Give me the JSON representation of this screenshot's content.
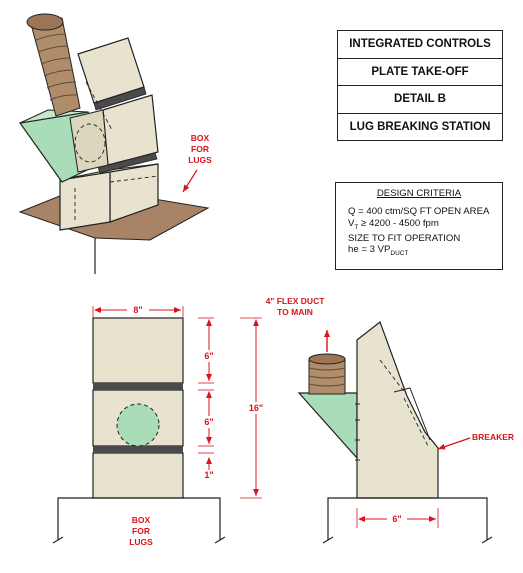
{
  "title_block": {
    "rows": [
      "INTEGRATED CONTROLS",
      "PLATE TAKE-OFF",
      "DETAIL B",
      "LUG BREAKING STATION"
    ]
  },
  "design_criteria": {
    "heading": "DESIGN CRITERIA",
    "q_line": "Q = 400 ctm/SQ FT OPEN AREA",
    "vt_symbol": "V",
    "vt_sub": "T",
    "vt_value": " ≥ 4200 - 4500 fpm",
    "size_line": "SIZE TO FIT OPERATION",
    "he_prefix": "he = 3 VP",
    "he_sub": "DUCT"
  },
  "labels": {
    "box_for_lugs_top": [
      "BOX",
      "FOR",
      "LUGS"
    ],
    "box_for_lugs_bottom": [
      "BOX",
      "FOR",
      "LUGS"
    ],
    "flex_duct": [
      "4\" FLEX DUCT",
      "TO MAIN"
    ],
    "breaker": "BREAKER"
  },
  "dimensions": {
    "width_top": "8\"",
    "seg_upper": "6\"",
    "seg_middle": "6\"",
    "seg_lower": "1\"",
    "total_height": "16\"",
    "side_width": "6\""
  },
  "colors": {
    "panel": "#e8e3cf",
    "hood": "#a9dcb8",
    "base": "#a98366",
    "duct": "#b08d6a",
    "band": "#4a4a4a",
    "dim_red": "#d8141c",
    "line": "#222222"
  }
}
